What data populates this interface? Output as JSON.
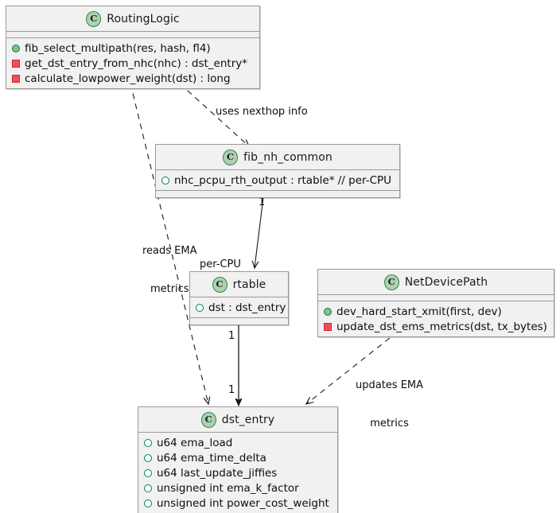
{
  "diagram": {
    "type": "uml-class-diagram",
    "title": "",
    "colors": {
      "box_fill": "#f1f1f1",
      "box_border": "#9a9a9a",
      "class_icon_fill": "#ADD1B2",
      "class_icon_border": "#348046",
      "public_method": "#84BE84",
      "private_method": "#F24D5C",
      "public_field": "#038048",
      "edge": "#1a1a1a"
    }
  },
  "classes": [
    {
      "id": "RoutingLogic",
      "name": "RoutingLogic",
      "stereotype": "C",
      "fields": [],
      "methods": [
        {
          "visibility": "public",
          "label": "fib_select_multipath(res, hash, fl4)"
        },
        {
          "visibility": "private",
          "label": "get_dst_entry_from_nhc(nhc) : dst_entry*"
        },
        {
          "visibility": "private",
          "label": "calculate_lowpower_weight(dst) : long"
        }
      ]
    },
    {
      "id": "fib_nh_common",
      "name": "fib_nh_common",
      "stereotype": "C",
      "fields": [
        {
          "visibility": "public",
          "label": "nhc_pcpu_rth_output : rtable*  // per-CPU"
        }
      ],
      "methods": []
    },
    {
      "id": "rtable",
      "name": "rtable",
      "stereotype": "C",
      "fields": [
        {
          "visibility": "public",
          "label": "dst : dst_entry"
        }
      ],
      "methods": []
    },
    {
      "id": "NetDevicePath",
      "name": "NetDevicePath",
      "stereotype": "C",
      "fields": [],
      "methods": [
        {
          "visibility": "public",
          "label": "dev_hard_start_xmit(first, dev)"
        },
        {
          "visibility": "private",
          "label": "update_dst_ems_metrics(dst, tx_bytes)"
        }
      ]
    },
    {
      "id": "dst_entry",
      "name": "dst_entry",
      "stereotype": "C",
      "fields": [
        {
          "visibility": "public",
          "label": "u64 ema_load"
        },
        {
          "visibility": "public",
          "label": "u64 ema_time_delta"
        },
        {
          "visibility": "public",
          "label": "u64 last_update_jiffies"
        },
        {
          "visibility": "public",
          "label": "unsigned int ema_k_factor"
        },
        {
          "visibility": "public",
          "label": "unsigned int power_cost_weight"
        }
      ],
      "methods": []
    }
  ],
  "relations": [
    {
      "id": "routinglogic-uses-fibnhcommon",
      "from": "RoutingLogic",
      "to": "fib_nh_common",
      "style": "dashed",
      "arrow": "open",
      "label": "uses nexthop info",
      "from_multiplicity": "",
      "to_multiplicity": ""
    },
    {
      "id": "routinglogic-reads-dstentry",
      "from": "RoutingLogic",
      "to": "dst_entry",
      "style": "dashed",
      "arrow": "open",
      "label": "reads EMA\nmetrics",
      "label_line1": "reads EMA",
      "label_line2": "metrics",
      "from_multiplicity": "",
      "to_multiplicity": ""
    },
    {
      "id": "fibnhcommon-percpu-rtable",
      "from": "fib_nh_common",
      "to": "rtable",
      "style": "solid",
      "arrow": "open",
      "label": "per-CPU",
      "from_multiplicity": "1",
      "to_multiplicity": ""
    },
    {
      "id": "rtable-has-dstentry",
      "from": "rtable",
      "to": "dst_entry",
      "style": "solid",
      "arrow": "filled",
      "label": "",
      "from_multiplicity": "1",
      "to_multiplicity": "1"
    },
    {
      "id": "netdevicepath-updates-dstentry",
      "from": "NetDevicePath",
      "to": "dst_entry",
      "style": "dashed",
      "arrow": "open",
      "label": "updates EMA\nmetrics",
      "label_line1": "updates EMA",
      "label_line2": "metrics",
      "from_multiplicity": "",
      "to_multiplicity": ""
    }
  ]
}
